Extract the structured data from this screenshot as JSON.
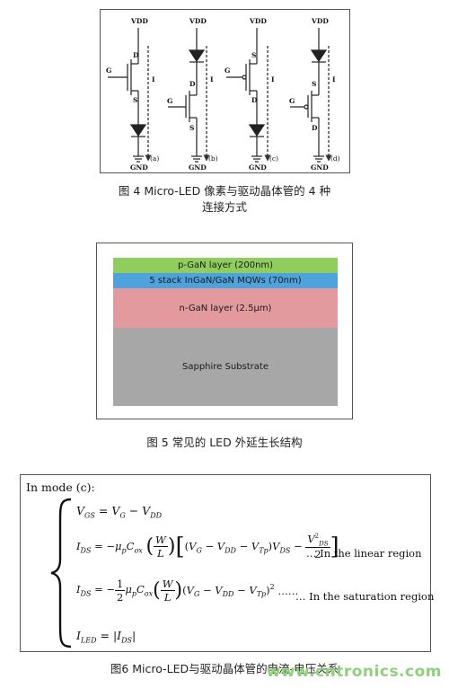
{
  "fig4": {
    "caption_line1": "图 4 Micro-LED 像素与驱动晶体管的 4 种",
    "caption_line2": "连接方式",
    "labels": {
      "vdd": "VDD",
      "gnd": "GND",
      "g": "G",
      "d": "D",
      "s": "S",
      "i": "I",
      "a": "(a)",
      "b": "(b)",
      "c": "(c)",
      "d_panel": "(d)"
    }
  },
  "fig5": {
    "caption": "图 5 常见的 LED 外延生长结构",
    "layers": [
      {
        "label": "p-GaN layer (200nm)",
        "color": "#8fce5e"
      },
      {
        "label": "5 stack InGaN/GaN MQWs (70nm)",
        "color": "#4fa3dc"
      },
      {
        "label": "n-GaN layer (2.5μm)",
        "color": "#e39a9e"
      },
      {
        "label": "Sapphire Substrate",
        "color": "#a7a7a7"
      }
    ]
  },
  "fig6": {
    "caption": "图6 Micro-LED与驱动晶体管的电流-电压关系",
    "mode": "In mode (c):",
    "linear_region": "… In the linear region",
    "saturation_region": "… In the saturation region",
    "dots": "……"
  },
  "watermark": "www.cntronics.com"
}
